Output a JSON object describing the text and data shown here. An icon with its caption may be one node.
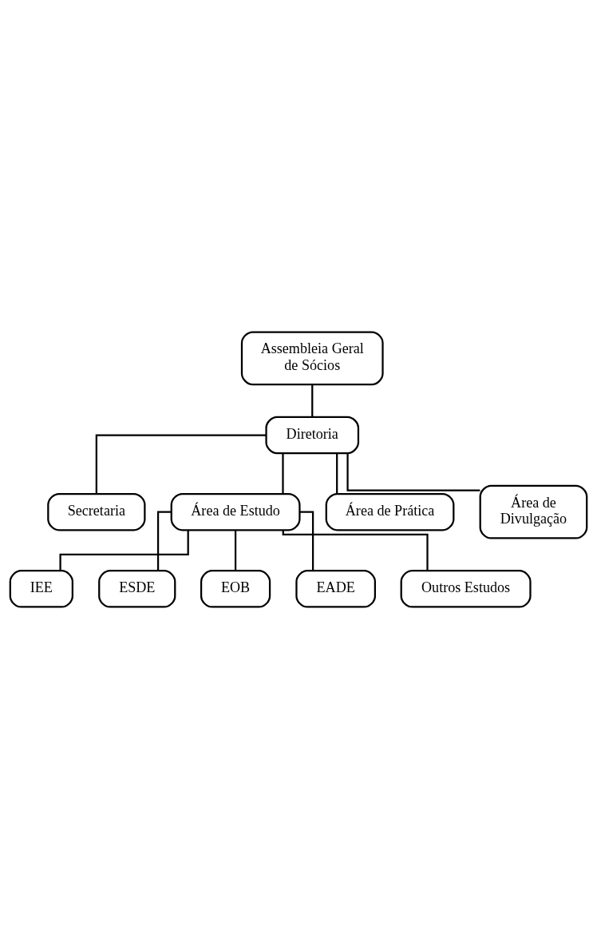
{
  "diagram": {
    "nodes": [
      {
        "text": [
          "Assembleia Geral de Sócios"
        ]
      },
      {
        "text": [
          "Diretoria"
        ]
      },
      {
        "text": [
          "Secretaria"
        ]
      },
      {
        "text": [
          "Área de Estudo"
        ]
      },
      {
        "text": [
          "Área de Prática"
        ]
      },
      {
        "text": [
          "Área de Divulgação"
        ]
      },
      {
        "text": [
          "IEE"
        ]
      },
      {
        "text": [
          "ESDE"
        ]
      },
      {
        "text": [
          "EOB"
        ]
      },
      {
        "text": [
          "EADE"
        ]
      },
      {
        "text": [
          "Outros Estudos"
        ]
      }
    ],
    "edges": [
      {
        "from": 0,
        "to": 1,
        "arrow": "none"
      },
      {
        "from": 1,
        "to": 2,
        "arrow": "none"
      },
      {
        "from": 1,
        "to": 3,
        "arrow": "none"
      },
      {
        "from": 1,
        "to": 4,
        "arrow": "none"
      },
      {
        "from": 1,
        "to": 5,
        "arrow": "none"
      },
      {
        "from": 3,
        "to": 6,
        "arrow": "none"
      },
      {
        "from": 3,
        "to": 7,
        "arrow": "none"
      },
      {
        "from": 3,
        "to": 8,
        "arrow": "none"
      },
      {
        "from": 3,
        "to": 9,
        "arrow": "none"
      },
      {
        "from": 3,
        "to": 10,
        "arrow": "none"
      }
    ]
  }
}
